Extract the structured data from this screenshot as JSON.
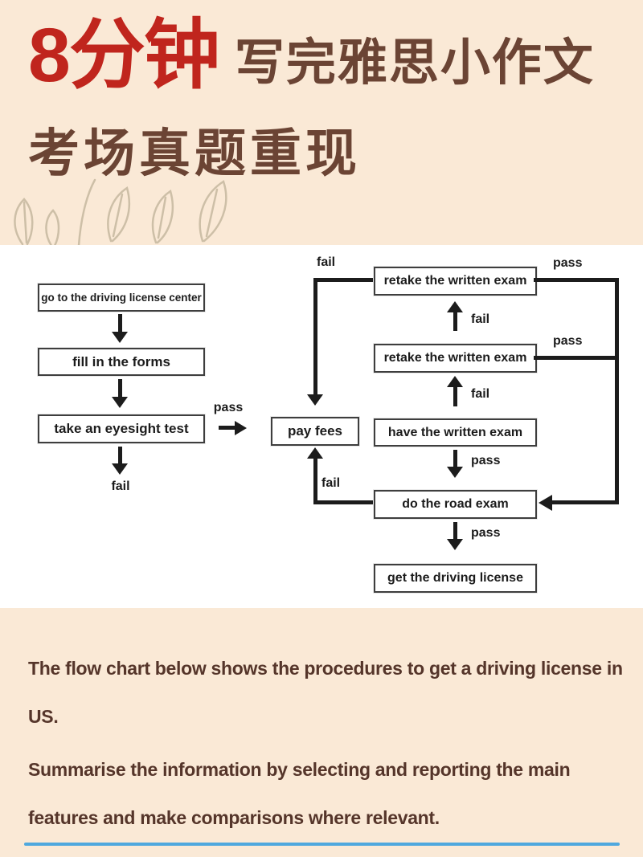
{
  "header": {
    "minutes": "8分钟",
    "title": "写完雅思小作文",
    "subtitle": "考场真题重现"
  },
  "flowchart": {
    "nodes": {
      "go_center": "go to the driving license center",
      "fill_forms": "fill in the forms",
      "eyesight_test": "take an eyesight test",
      "pay_fees": "pay fees",
      "retake_top": "retake the written exam",
      "retake_mid": "retake the written exam",
      "have_written_exam": "have the written exam",
      "road_exam": "do the road exam",
      "get_license": "get the driving license"
    },
    "edges": [
      {
        "from": "go_center",
        "to": "fill_forms",
        "label": ""
      },
      {
        "from": "fill_forms",
        "to": "eyesight_test",
        "label": ""
      },
      {
        "from": "eyesight_test",
        "to": "",
        "label": "fail"
      },
      {
        "from": "eyesight_test",
        "to": "pay_fees",
        "label": "pass"
      },
      {
        "from": "retake_top",
        "to": "pay_fees",
        "label": "fail"
      },
      {
        "from": "retake_top",
        "to": "road_exam",
        "label": "pass"
      },
      {
        "from": "retake_mid",
        "to": "retake_top",
        "label": "fail"
      },
      {
        "from": "retake_mid",
        "to": "road_exam",
        "label": "pass"
      },
      {
        "from": "have_written_exam",
        "to": "retake_mid",
        "label": "fail"
      },
      {
        "from": "have_written_exam",
        "to": "road_exam",
        "label": "pass"
      },
      {
        "from": "road_exam",
        "to": "pay_fees",
        "label": "fail"
      },
      {
        "from": "road_exam",
        "to": "get_license",
        "label": "pass"
      }
    ]
  },
  "task": {
    "paragraphs": [
      {
        "lines": [
          "The flow chart below shows the procedures to get a driving license in",
          "US."
        ]
      },
      {
        "lines": [
          "Summarise the information by selecting and reporting the main",
          "features and make comparisons where relevant."
        ]
      }
    ]
  },
  "colors": {
    "background": "#fae9d6",
    "accent_red": "#c0251d",
    "title_brown": "#6b4434",
    "body_brown": "#55352a",
    "panel_white": "#ffffff",
    "line_black": "#1c1c1c",
    "leaf_tan": "#cdbfa7",
    "divider_blue": "#4fa8de"
  }
}
